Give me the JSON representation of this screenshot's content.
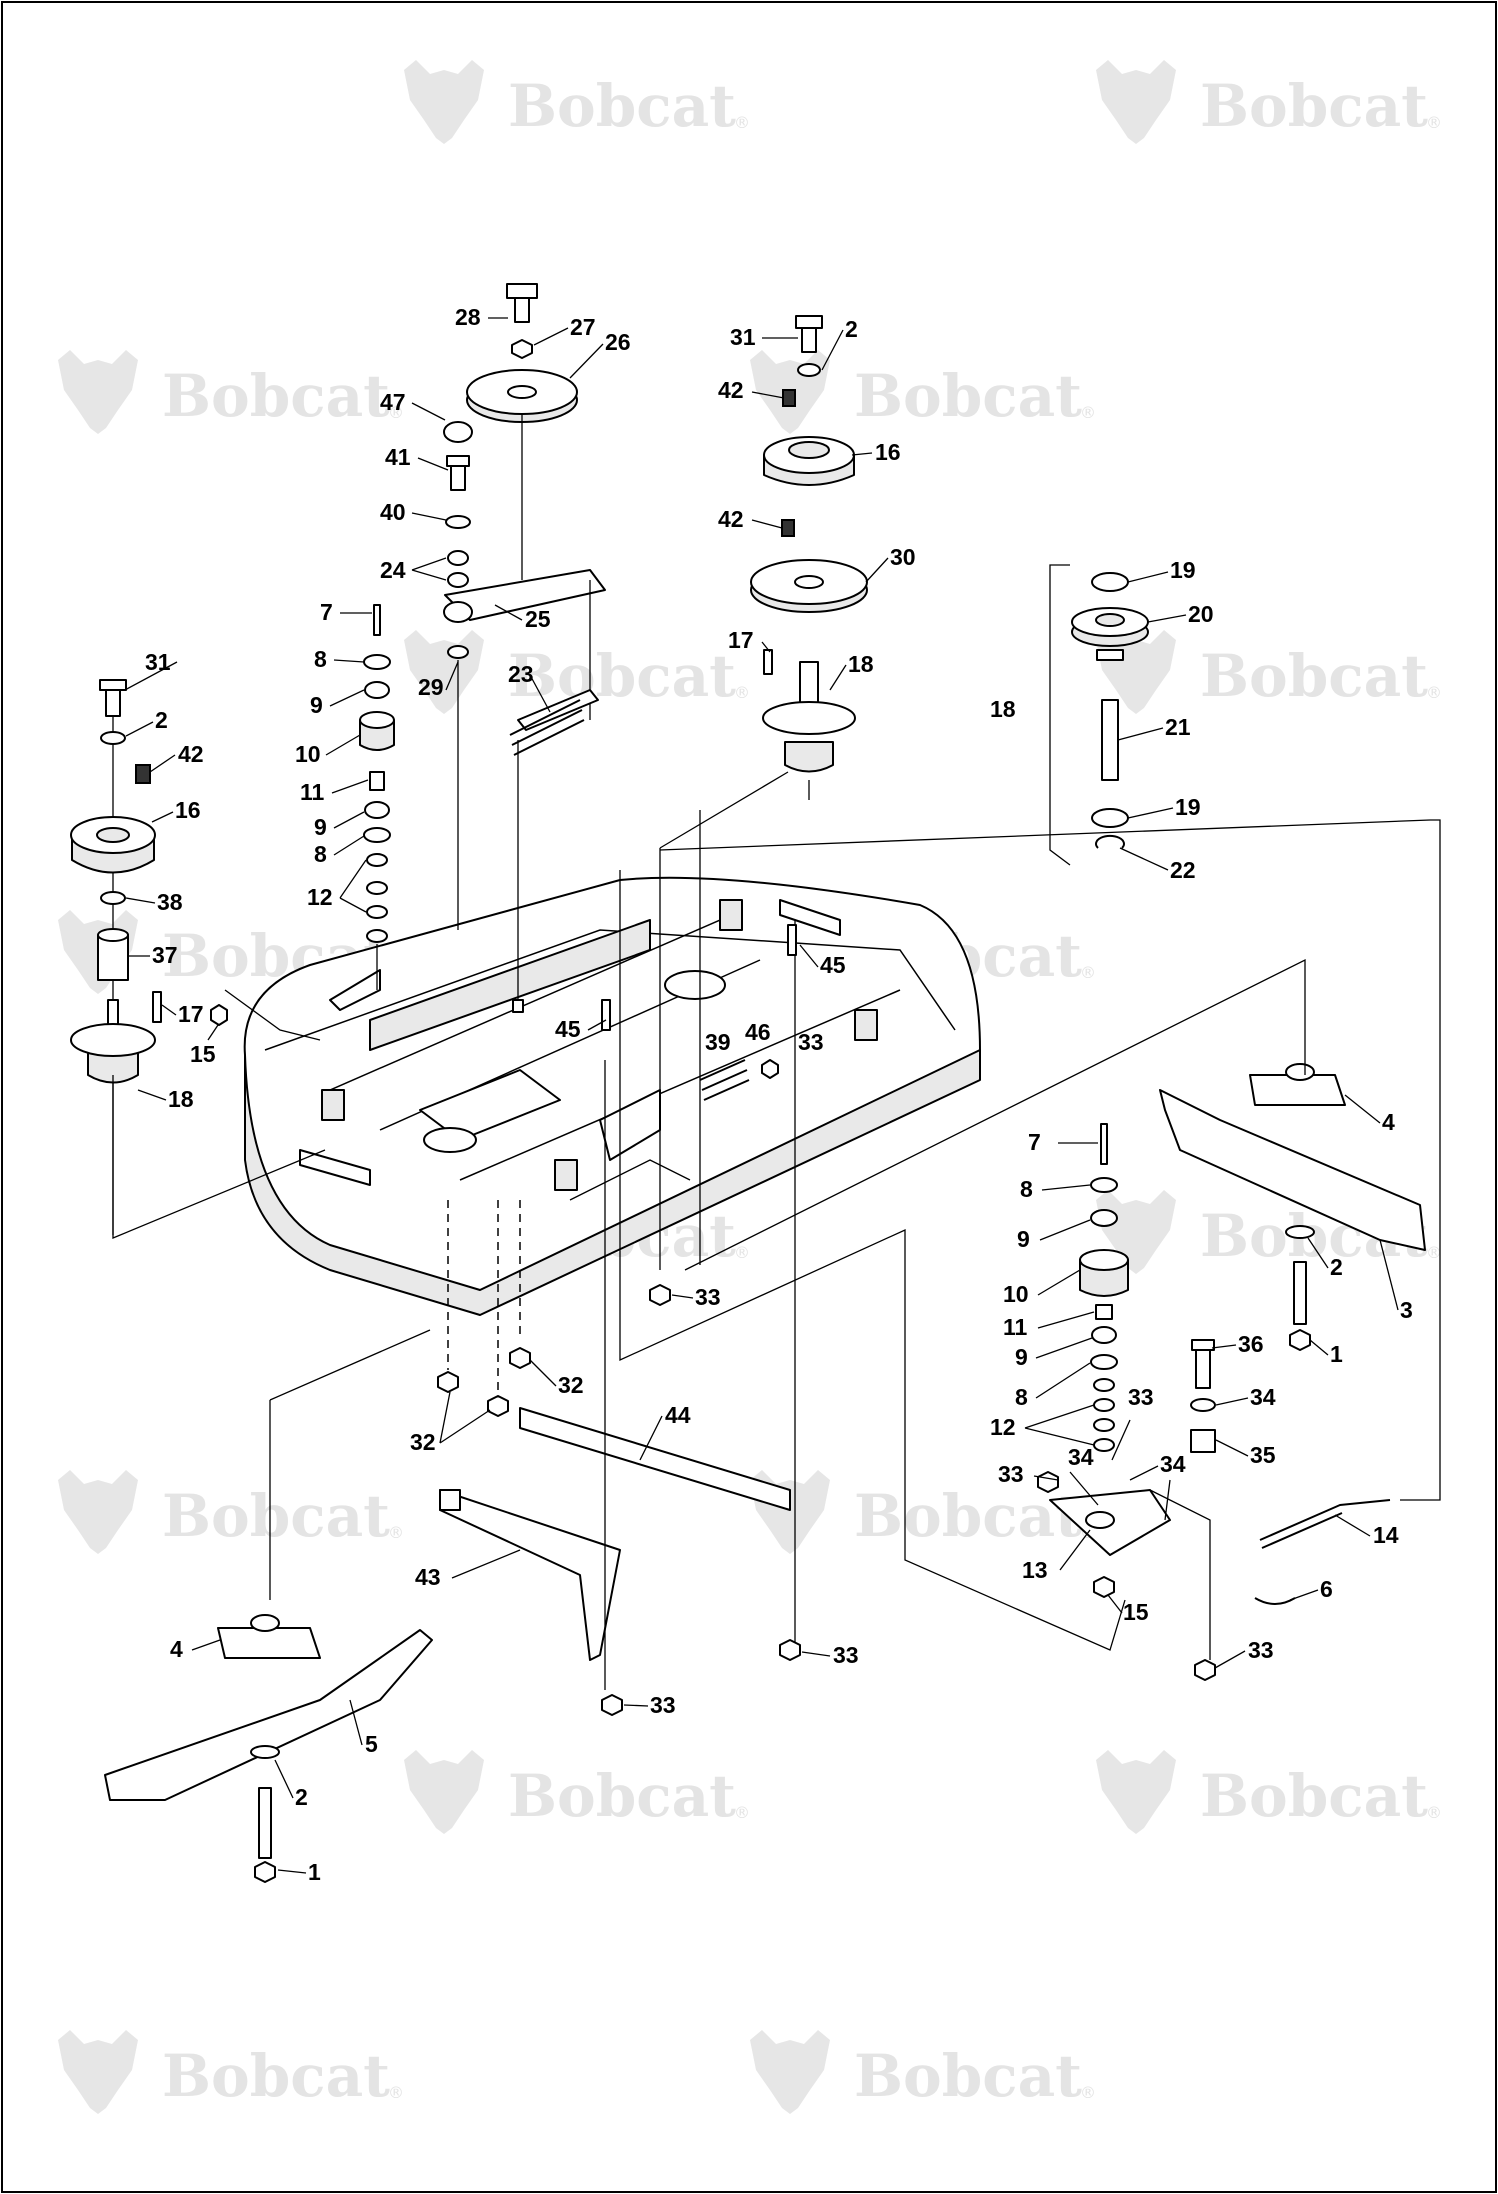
{
  "watermark": {
    "brand": "Bobcat",
    "mark": "®",
    "logo_icon": "bobcat-head-logo-icon"
  },
  "callouts": {
    "c28": "28",
    "c27": "27",
    "c26": "26",
    "c47": "47",
    "c41": "41",
    "c40": "40",
    "c24": "24",
    "c25": "25",
    "c7a": "7",
    "c8a": "8",
    "c9a": "9",
    "c29": "29",
    "c23": "23",
    "c10a": "10",
    "c11a": "11",
    "c9b": "9",
    "c8b": "8",
    "c12a": "12",
    "c31a": "31",
    "c2a": "2",
    "c42a": "42",
    "c16a": "16",
    "c38": "38",
    "c37": "37",
    "c17a": "17",
    "c15a": "15",
    "c18a": "18",
    "c31b": "31",
    "c2b": "2",
    "c42b": "42",
    "c16b": "16",
    "c42c": "42",
    "c30": "30",
    "c17b": "17",
    "c18b": "18",
    "c19a": "19",
    "c20": "20",
    "c18c": "18",
    "c21": "21",
    "c19b": "19",
    "c22": "22",
    "c45a": "45",
    "c45b": "45",
    "c39": "39",
    "c46": "46",
    "c33a": "33",
    "c4a": "4",
    "c2c": "2",
    "c3": "3",
    "c1a": "1",
    "c7b": "7",
    "c8c": "8",
    "c9c": "9",
    "c10b": "10",
    "c11b": "11",
    "c9d": "9",
    "c8d": "8",
    "c12b": "12",
    "c36": "36",
    "c34a": "34",
    "c35": "35",
    "c33b": "33",
    "c33c": "33",
    "c34b": "34",
    "c34c": "34",
    "c13": "13",
    "c15b": "15",
    "c14": "14",
    "c6": "6",
    "c33d": "33",
    "c33e": "33",
    "c32a": "32",
    "c32b": "32",
    "c44": "44",
    "c43": "43",
    "c33f": "33",
    "c33g": "33",
    "c4b": "4",
    "c5": "5",
    "c2d": "2",
    "c1b": "1"
  }
}
